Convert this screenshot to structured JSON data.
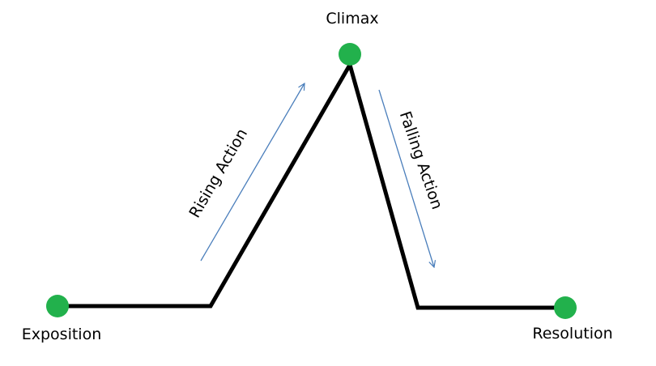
{
  "diagram": {
    "nodes": {
      "exposition": "Exposition",
      "climax": "Climax",
      "resolution": "Resolution"
    },
    "arrows": {
      "rising": "Rising Action",
      "falling": "Falling Action"
    },
    "colors": {
      "plot_line": "#000000",
      "node_dot": "#22b14c",
      "arrow": "#4a7ebb",
      "label_text": "#000000"
    }
  }
}
